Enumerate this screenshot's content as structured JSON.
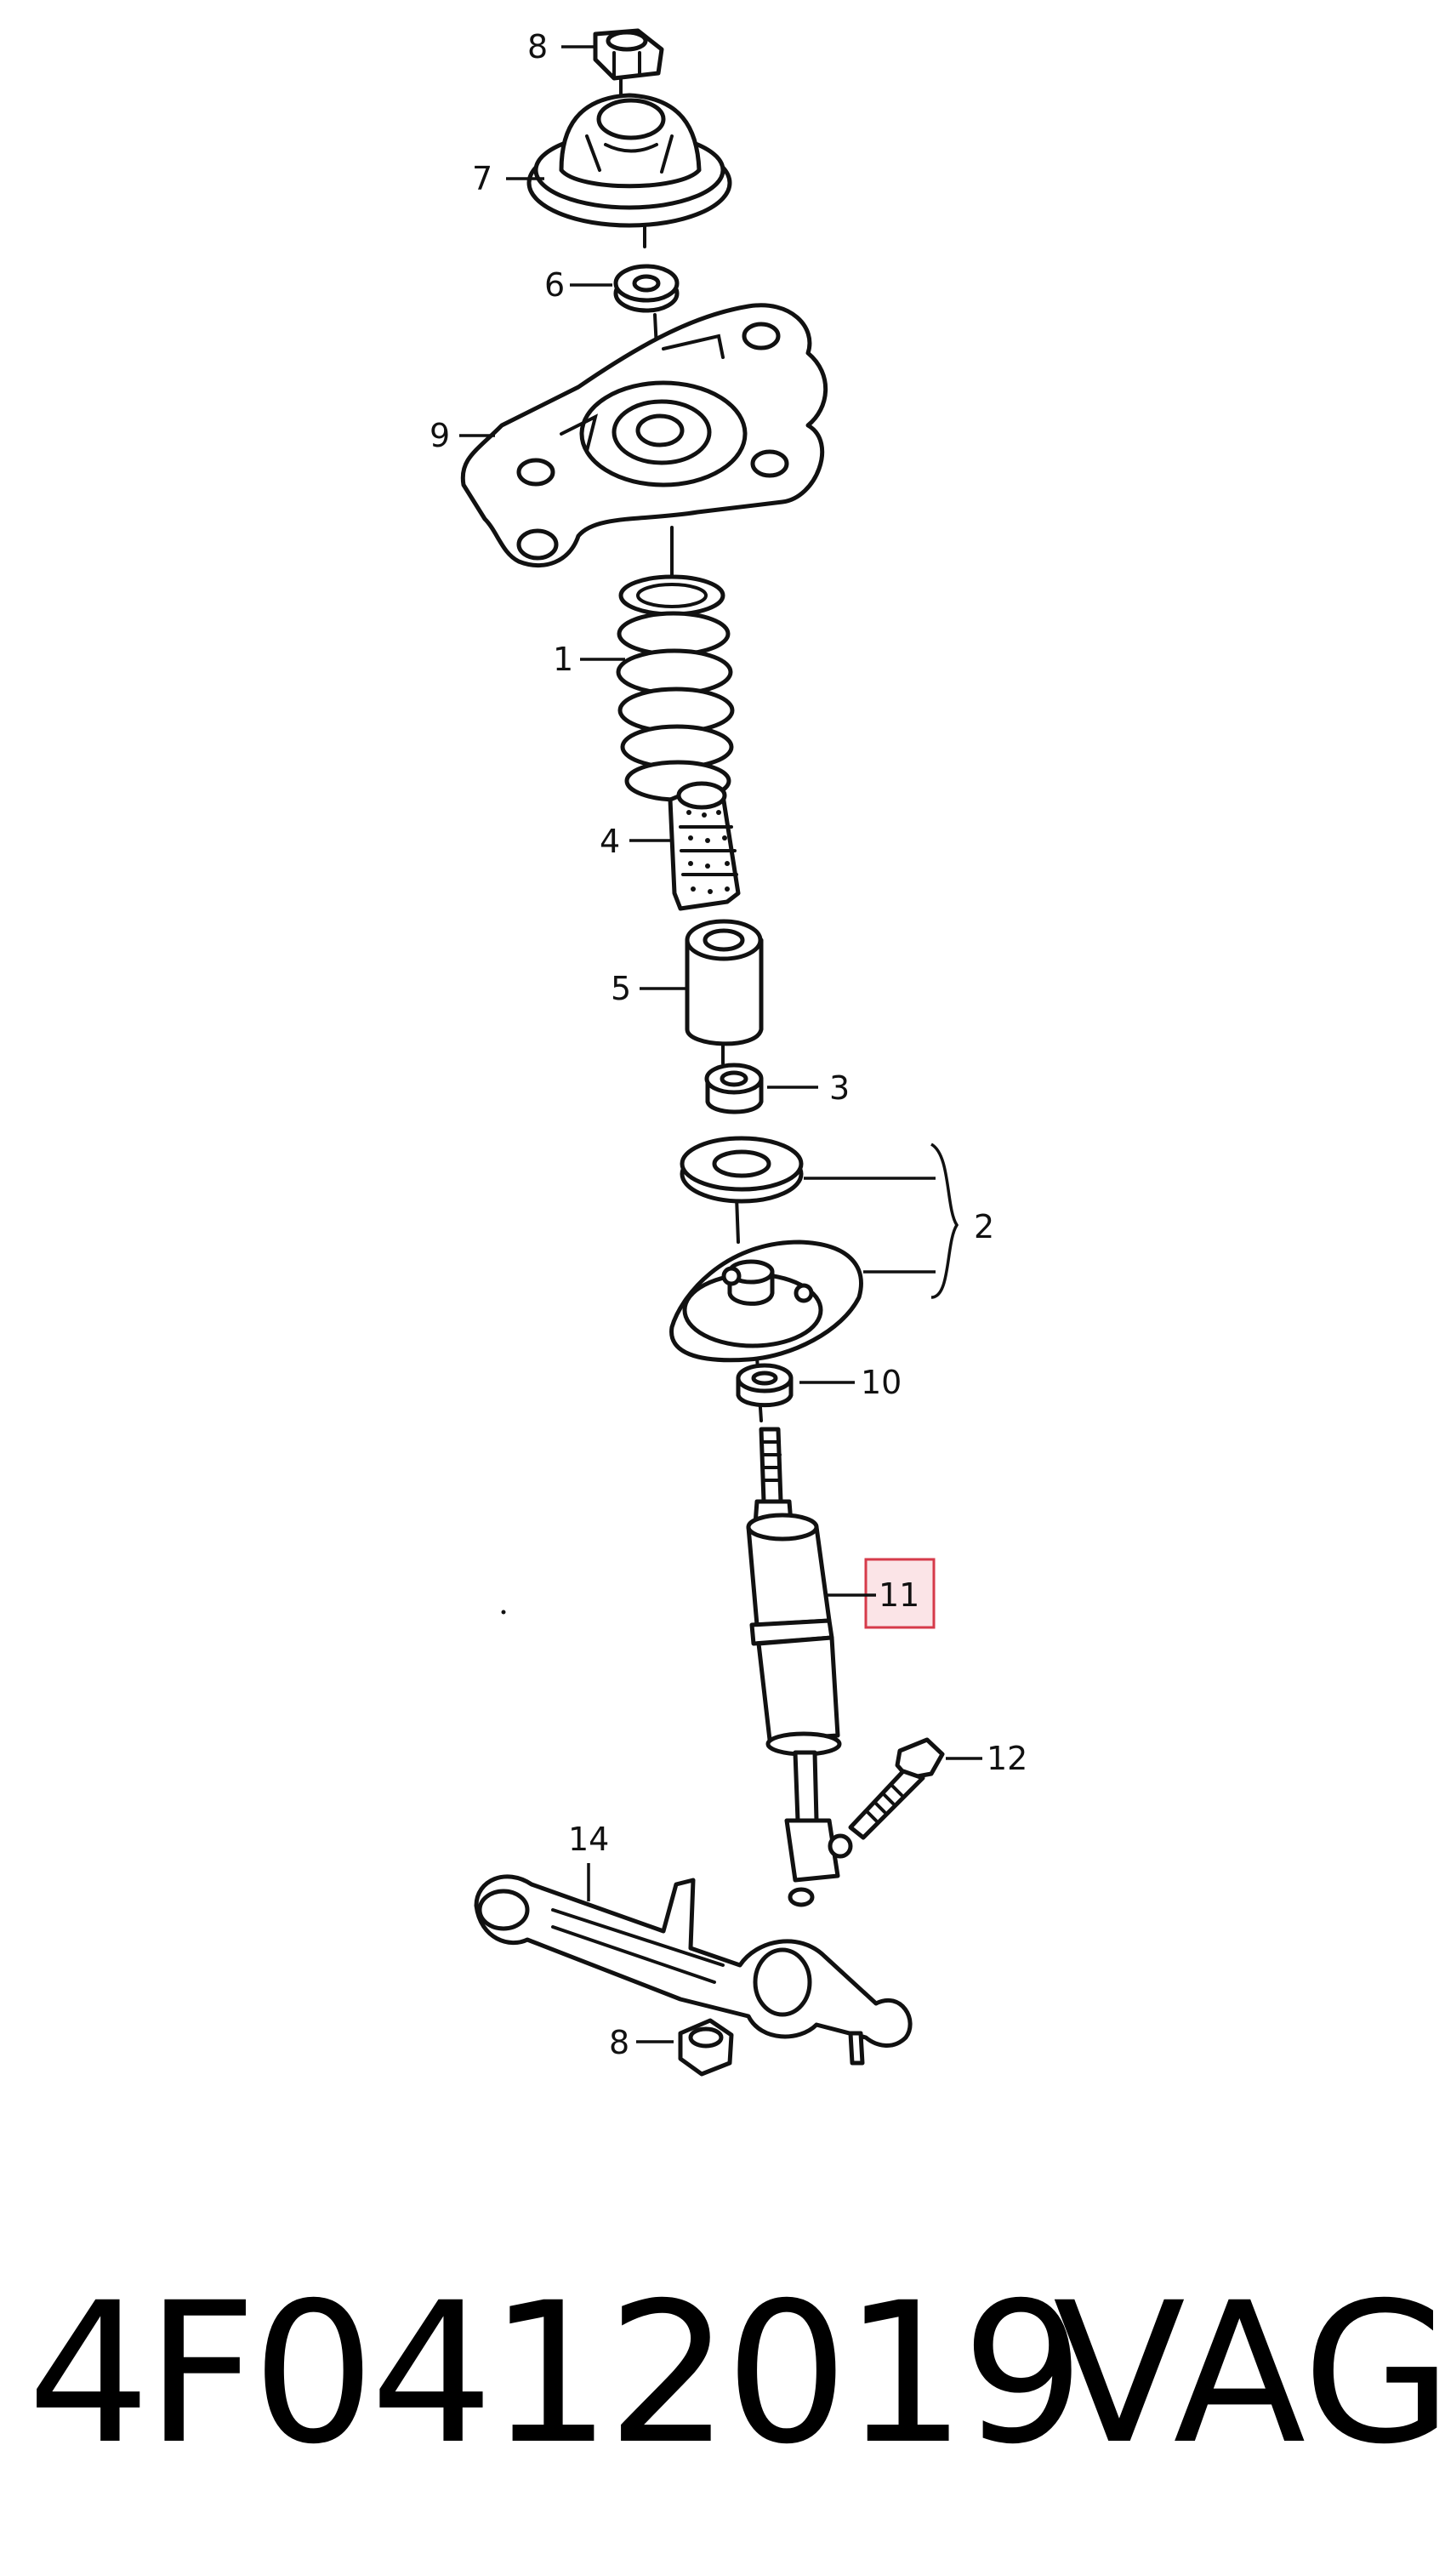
{
  "callouts": [
    {
      "id": "8a",
      "label": "8"
    },
    {
      "id": "7",
      "label": "7"
    },
    {
      "id": "6",
      "label": "6"
    },
    {
      "id": "9",
      "label": "9"
    },
    {
      "id": "1",
      "label": "1"
    },
    {
      "id": "4",
      "label": "4"
    },
    {
      "id": "5",
      "label": "5"
    },
    {
      "id": "3",
      "label": "3"
    },
    {
      "id": "2",
      "label": "2"
    },
    {
      "id": "10",
      "label": "10"
    },
    {
      "id": "11",
      "label": "11",
      "highlighted": true
    },
    {
      "id": "12",
      "label": "12"
    },
    {
      "id": "14",
      "label": "14"
    },
    {
      "id": "8b",
      "label": "8"
    }
  ],
  "highlight_color": "#d63a4a",
  "highlight_fill": "#fbe4e7",
  "footer": {
    "part_number": "4F0412019",
    "brand": "VAG"
  }
}
